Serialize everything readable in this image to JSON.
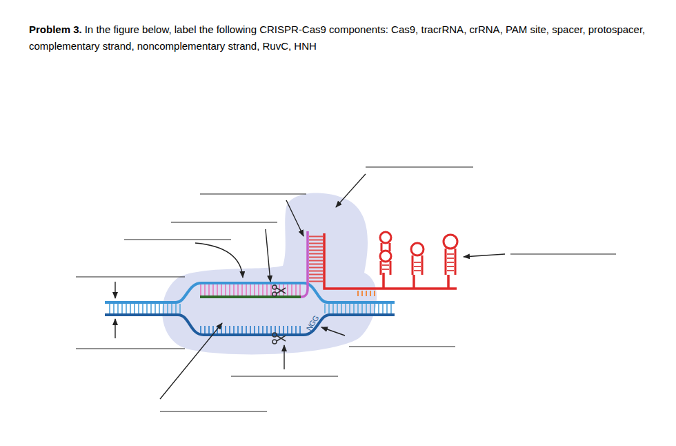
{
  "diagram": {
    "title": "Problem 3.",
    "labels": [
      "In the figure below, label the following CRISPR-Cas9 components: Cas9, tracrRNA, crRNA, PAM site, spacer, protospacer, complementary strand, noncomplementary strand, RuvC, HNH",
      "NGG"
    ]
  }
}
